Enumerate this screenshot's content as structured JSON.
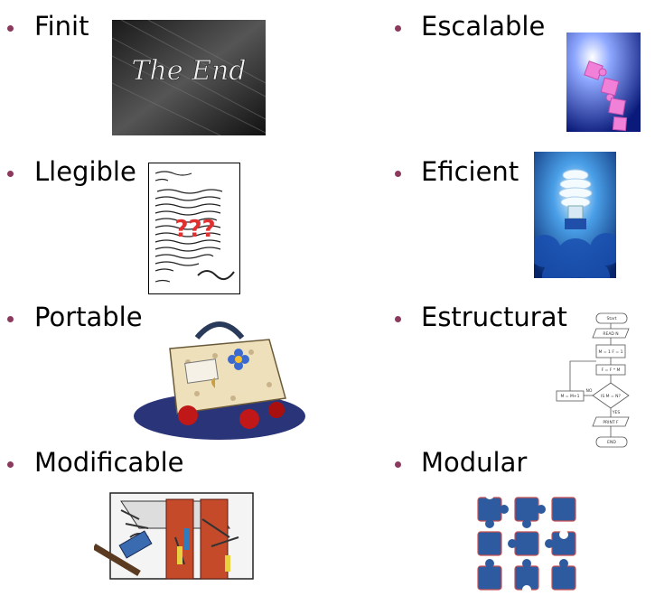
{
  "bullet_color": "#8b3a5e",
  "items": [
    {
      "label": "Finit",
      "image_icon": "the-end-title-card-image",
      "image_text": "The End"
    },
    {
      "label": "Escalable",
      "image_icon": "pink-puzzle-pieces-image"
    },
    {
      "label": "Llegible",
      "image_icon": "handwritten-letter-image",
      "image_text": "???"
    },
    {
      "label": "Eficient",
      "image_icon": "light-bulb-image"
    },
    {
      "label": "Portable",
      "image_icon": "suitcase-image"
    },
    {
      "label": "Estructurat",
      "image_icon": "flowchart-image",
      "flowchart": [
        "Start",
        "READ N",
        "M = 1\nF = 1",
        "F = F * M",
        "IS\nM = N?",
        "M = M+1",
        "NO",
        "YES",
        "PRINT F",
        "END"
      ]
    },
    {
      "label": "Modificable",
      "image_icon": "toolbox-image"
    },
    {
      "label": "Modular",
      "image_icon": "blue-puzzle-grid-image"
    }
  ]
}
